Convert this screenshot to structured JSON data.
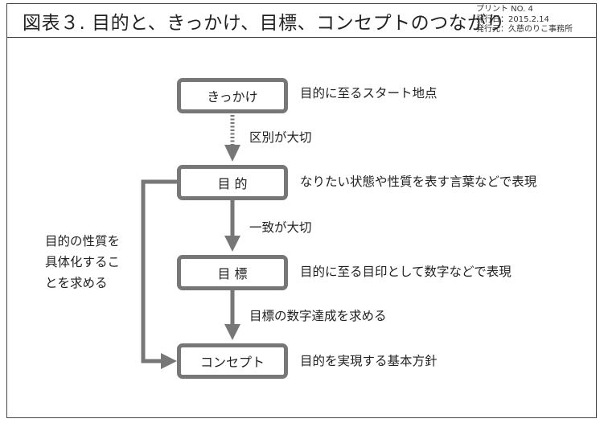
{
  "header": {
    "title": "図表３. 目的と、きっかけ、目標、コンセプトのつながり",
    "print_no": "プリント NO. 4",
    "issue_date": "発行日：2015.2.14",
    "publisher": "発行元：久慈のりこ事務所"
  },
  "flow": {
    "boxes": {
      "trigger": "きっかけ",
      "purpose": "目 的",
      "goal": "目 標",
      "concept": "コンセプト"
    },
    "descriptions": {
      "trigger": "目的に至るスタート地点",
      "purpose": "なりたい状態や性質を表す言葉などで表現",
      "goal": "目的に至る目印として数字などで表現",
      "concept": "目的を実現する基本方針"
    },
    "arrows": {
      "trigger_to_purpose": "区別が大切",
      "purpose_to_goal": "一致が大切",
      "goal_to_concept": "目標の数字達成を求める"
    },
    "side_note": [
      "目的の性質を",
      "具体化するこ",
      "とを求める"
    ]
  },
  "colors": {
    "box_border": "#777777",
    "arrow": "#777777",
    "text": "#222222"
  }
}
